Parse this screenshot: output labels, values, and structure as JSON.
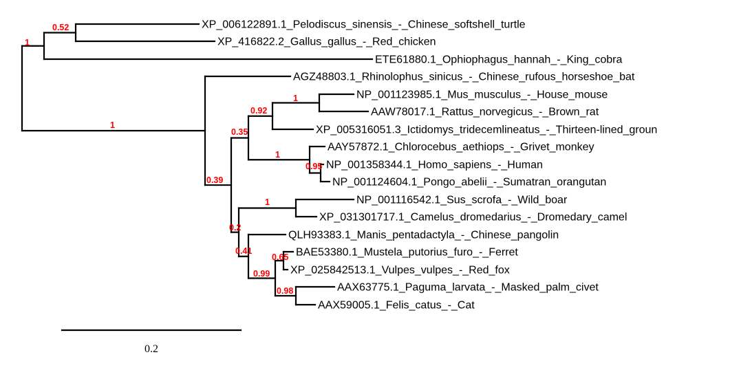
{
  "tree": {
    "leaves": [
      "XP_006122891.1_Pelodiscus_sinensis_-_Chinese_softshell_turtle",
      "XP_416822.2_Gallus_gallus_-_Red_chicken",
      "ETE61880.1_Ophiophagus_hannah_-_King_cobra",
      "AGZ48803.1_Rhinolophus_sinicus_-_Chinese_rufous_horseshoe_bat",
      "NP_001123985.1_Mus_musculus_-_House_mouse",
      "AAW78017.1_Rattus_norvegicus_-_Brown_rat",
      "XP_005316051.3_Ictidomys_tridecemlineatus_-_Thirteen-lined_groun",
      "AAY57872.1_Chlorocebus_aethiops_-_Grivet_monkey",
      "NP_001358344.1_Homo_sapiens_-_Human",
      "NP_001124604.1_Pongo_abelii_-_Sumatran_orangutan",
      "NP_001116542.1_Sus_scrofa_-_Wild_boar",
      "XP_031301717.1_Camelus_dromedarius_-_Dromedary_camel",
      "QLH93383.1_Manis_pentadactyla_-_Chinese_pangolin",
      "BAE53380.1_Mustela_putorius_furo_-_Ferret",
      "XP_025842513.1_Vulpes_vulpes_-_Red_fox",
      "AAX63775.1_Paguma_larvata_-_Masked_palm_civet",
      "AAX59005.1_Felis_catus_-_Cat"
    ],
    "support_values": [
      "1",
      "0.52",
      "1",
      "0.39",
      "0.35",
      "0.92",
      "1",
      "1",
      "0.95",
      "0.2",
      "1",
      "0.41",
      "0.99",
      "0.65",
      "0.98"
    ],
    "scale_bar": {
      "length": 0.2,
      "label": "0.2"
    }
  }
}
